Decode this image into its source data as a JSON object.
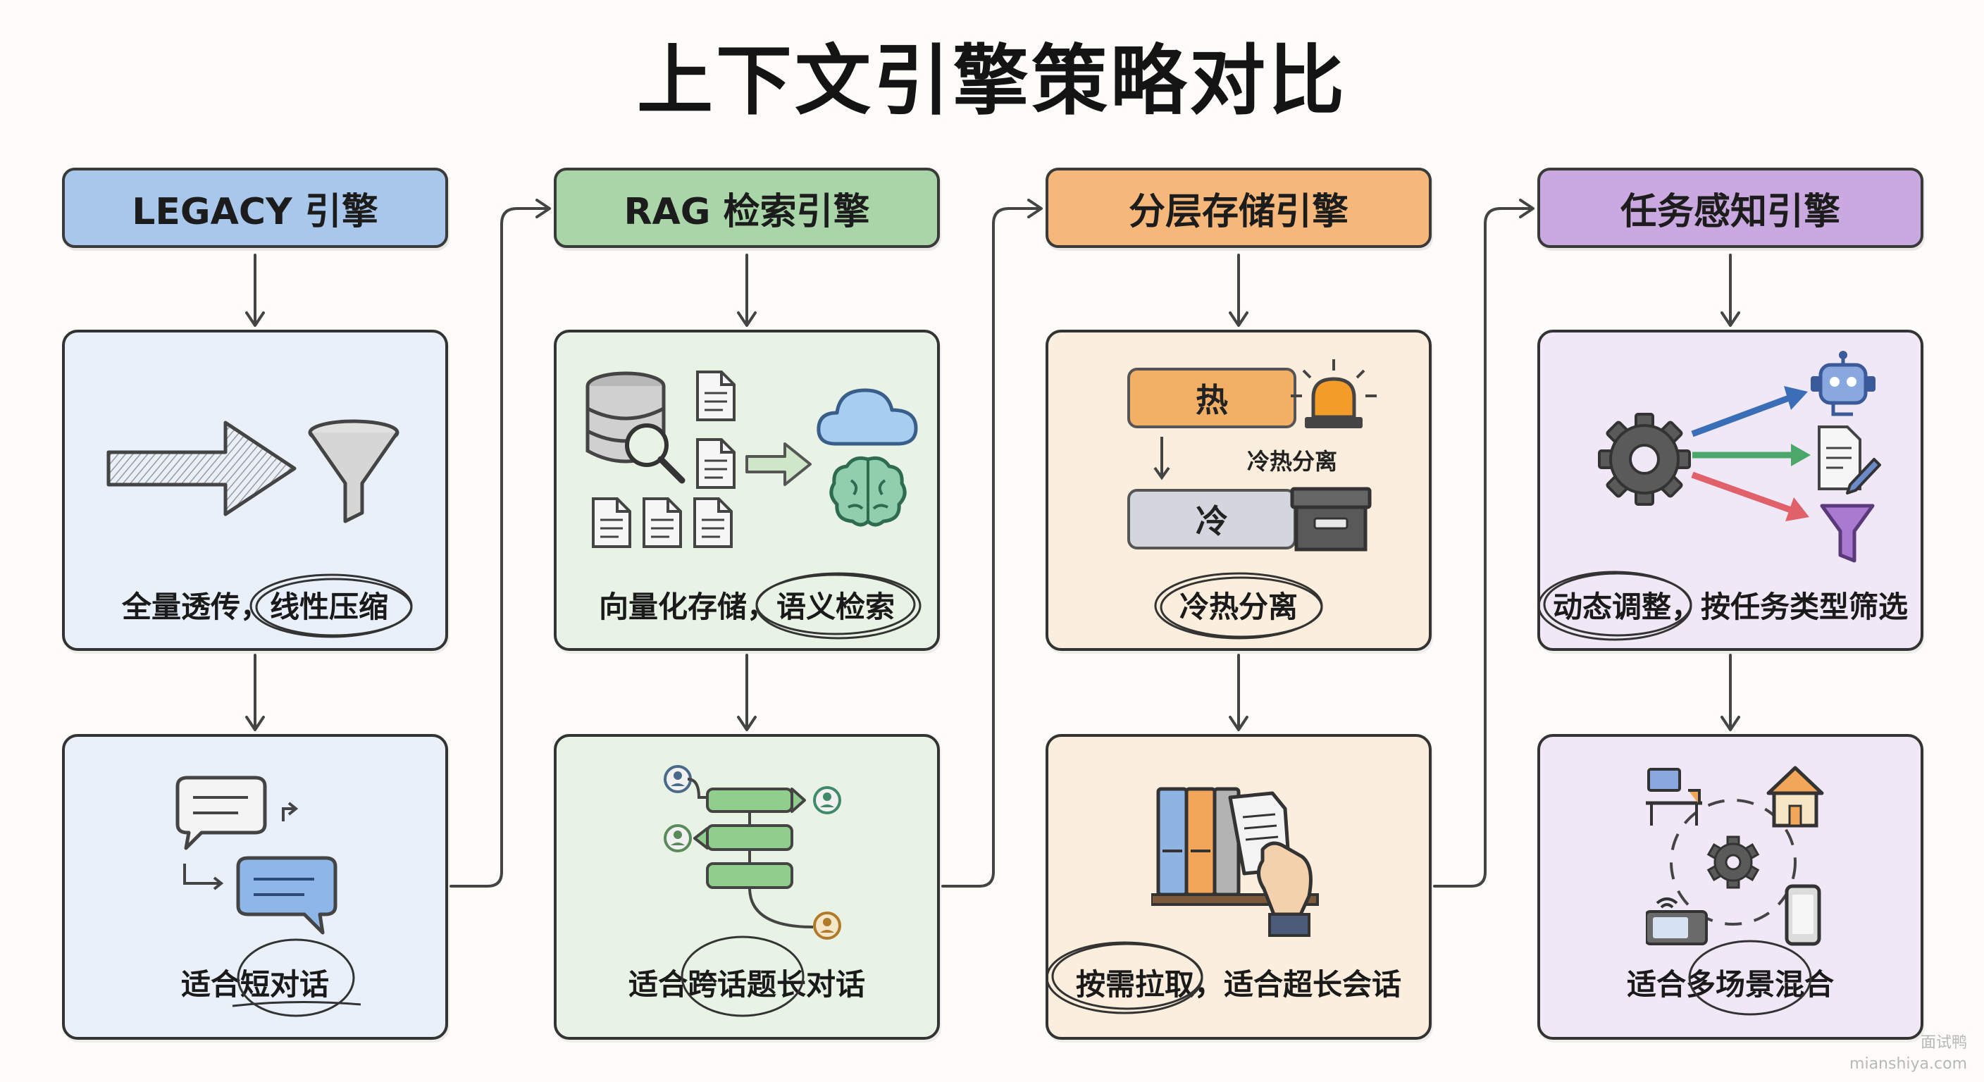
{
  "title": "上下文引擎策略对比",
  "columns": [
    {
      "header": "LEGACY 引擎",
      "method": "全量透传，线性压缩",
      "usecase": "适合短对话"
    },
    {
      "header": "RAG 检索引擎",
      "method": "向量化存储，语义检索",
      "usecase": "适合跨话题长对话"
    },
    {
      "header": "分层存储引擎",
      "method": "冷热分离",
      "usecase": "按需拉取，适合超长会话",
      "hot_label": "热",
      "cold_label": "冷",
      "split_label": "冷热分离"
    },
    {
      "header": "任务感知引擎",
      "method": "动态调整，按任务类型筛选",
      "usecase": "适合多场景混合"
    }
  ],
  "colors": {
    "legacy": "#a9c7ea",
    "rag": "#a9d5a8",
    "tiered": "#f5b87a",
    "task": "#c9a9df"
  },
  "watermark": {
    "line1": "面试鸭",
    "line2": "mianshiya.com"
  }
}
